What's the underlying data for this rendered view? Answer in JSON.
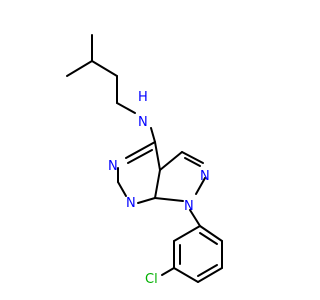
{
  "molecule": {
    "atoms": {
      "amine_n": {
        "symbol": "N",
        "color": "#0000ff"
      },
      "amine_h": {
        "symbol": "H",
        "color": "#0000ff"
      },
      "ring_n3": {
        "symbol": "N",
        "color": "#0000ff"
      },
      "ring_n5": {
        "symbol": "N",
        "color": "#0000ff"
      },
      "pyrazole_n2": {
        "symbol": "N",
        "color": "#0000ff"
      },
      "pyrazole_n1": {
        "symbol": "N",
        "color": "#0000ff"
      },
      "chlorine": {
        "symbol": "Cl",
        "color": "#00b000"
      }
    }
  }
}
